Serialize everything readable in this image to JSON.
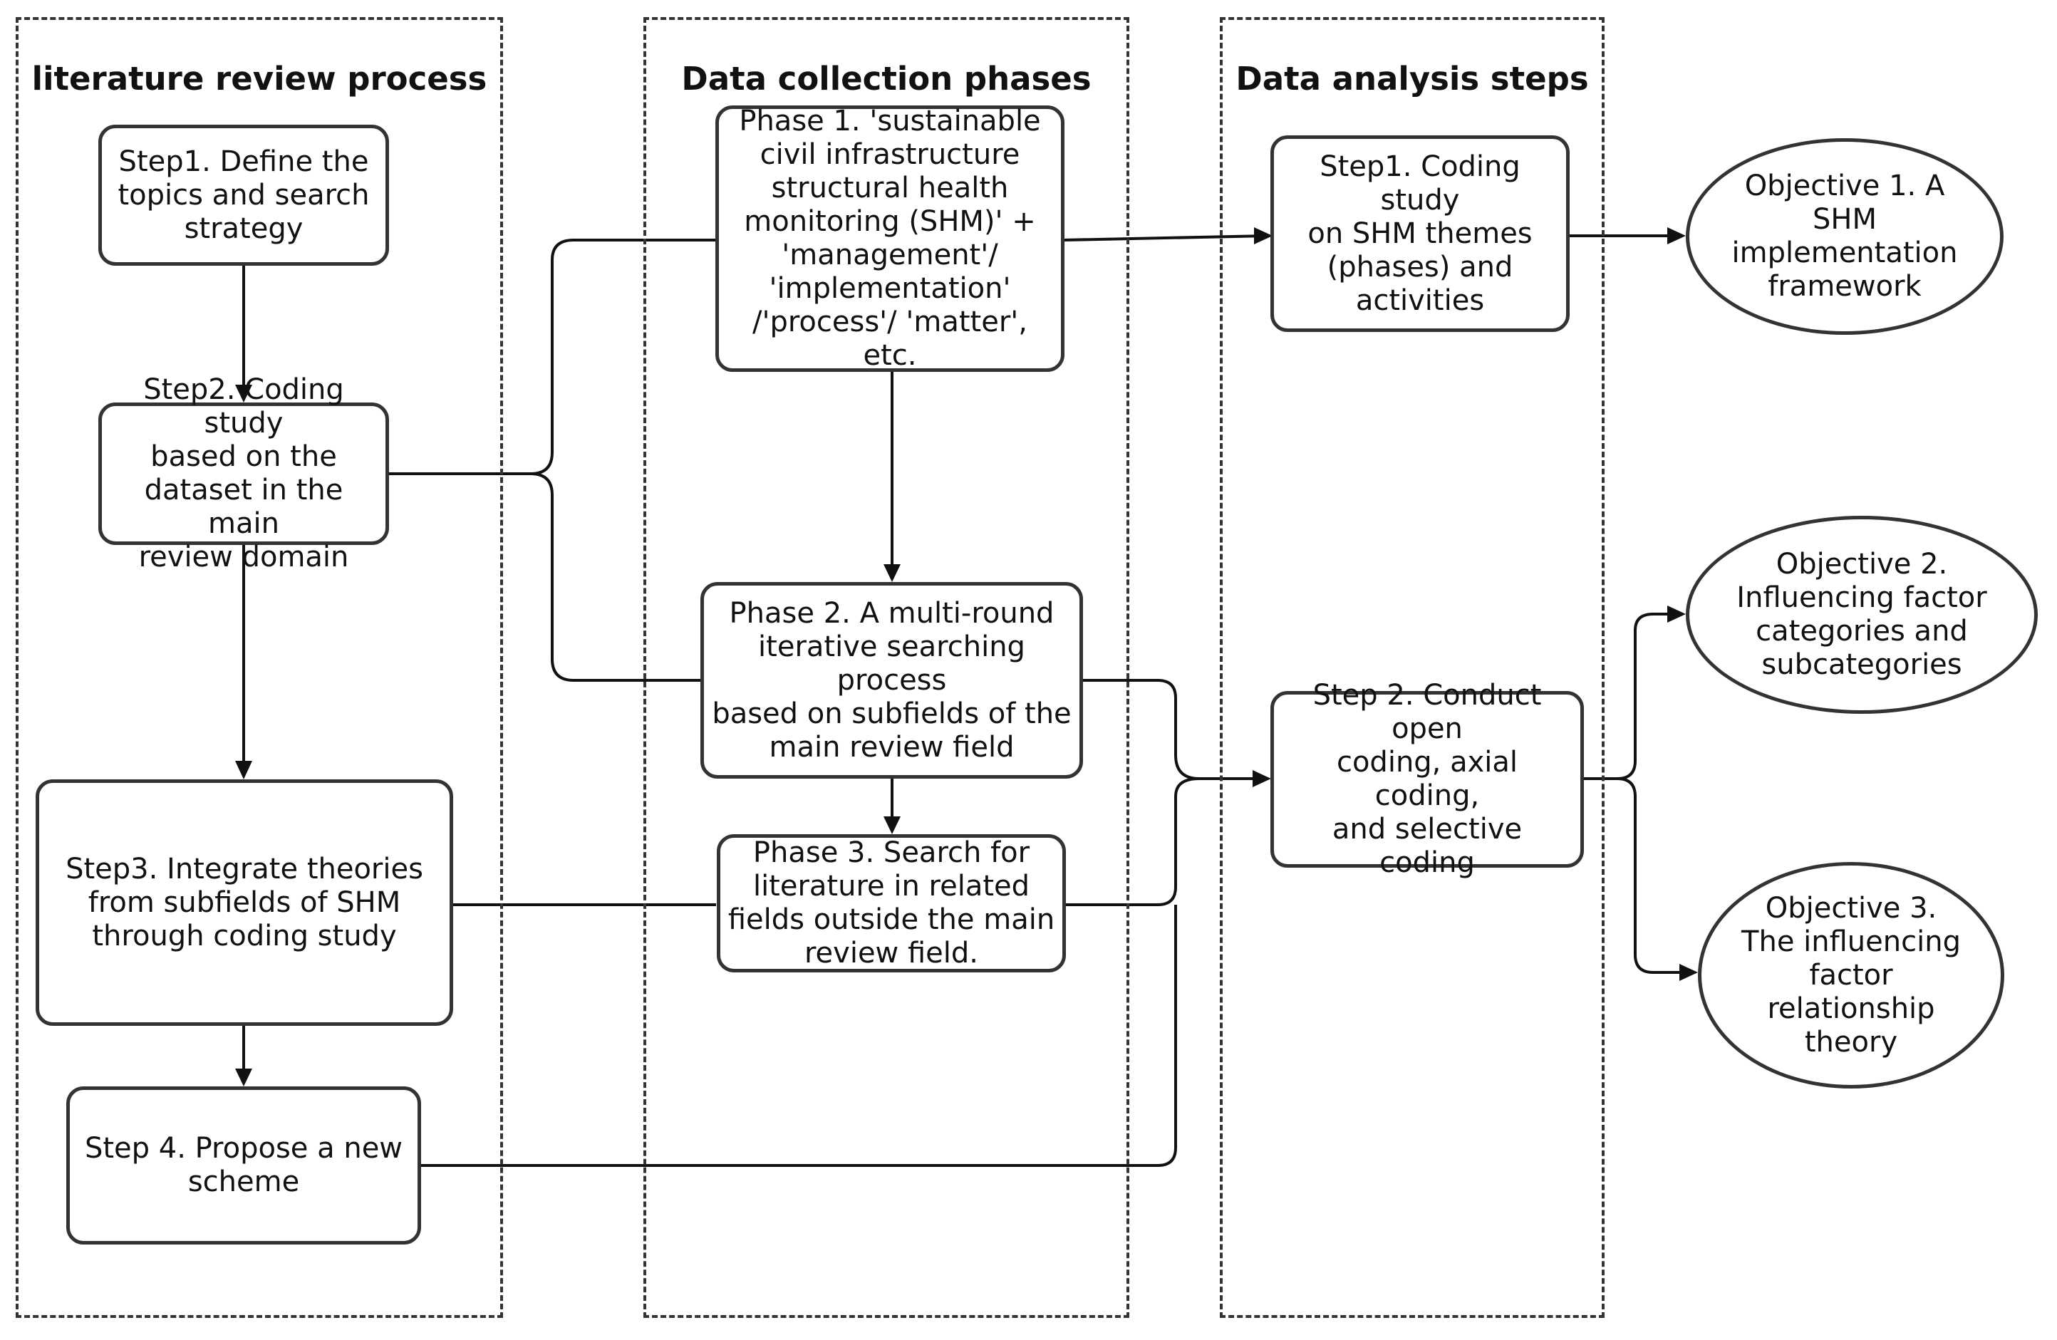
{
  "columns": {
    "literature": {
      "title": "literature review process"
    },
    "collection": {
      "title": "Data collection phases"
    },
    "analysis": {
      "title": "Data analysis steps"
    }
  },
  "literature_steps": {
    "step1": "Step1. Define the\ntopics and search\nstrategy",
    "step2": "Step2. Coding study\nbased on the\ndataset in the main\nreview domain",
    "step3": "Step3. Integrate theories\nfrom subfields of SHM\nthrough coding study",
    "step4": "Step 4. Propose a new\nscheme"
  },
  "collection_phases": {
    "phase1": "Phase 1. 'sustainable\ncivil infrastructure\nstructural health\nmonitoring (SHM)' +\n'management'/\n'implementation'\n/'process'/ 'matter', etc.",
    "phase2": "Phase 2. A multi-round\niterative searching process\nbased on subfields of the\nmain review field",
    "phase3": "Phase 3. Search for\nliterature in related\nfields outside the main\nreview field."
  },
  "analysis_steps": {
    "step1": "Step1. Coding study\non SHM themes\n(phases) and\nactivities",
    "step2": "Step 2. Conduct open\ncoding, axial coding,\nand selective coding"
  },
  "objectives": {
    "obj1": "Objective 1. A\nSHM\nimplementation\nframework",
    "obj2": "Objective 2.\nInfluencing factor\ncategories and\nsubcategories",
    "obj3": "Objective 3.\nThe influencing\nfactor\nrelationship\ntheory"
  },
  "colors": {
    "line": "#111111",
    "border": "#333333"
  }
}
